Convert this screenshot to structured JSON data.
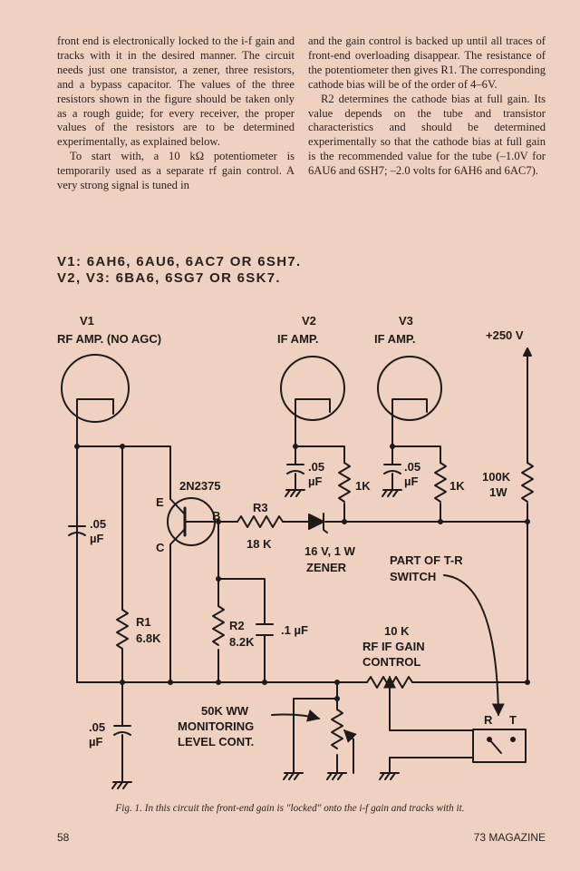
{
  "article": {
    "left_column": [
      "front end is electronically locked to the i-f gain and tracks with it in the desired manner. The circuit needs just one transistor, a zener, three resistors, and a bypass capacitor. The values of the three resistors shown in the figure should be taken only as a rough guide; for every receiver, the proper values of the resistors are to be determined experimentally, as explained below.",
      "To start with, a 10 kΩ potentiometer is temporarily used as a separate rf gain control. A very strong signal is tuned in"
    ],
    "right_column": [
      "and the gain control is backed up until all traces of front-end overloading disappear. The resistance of the potentiometer then gives R1. The corresponding cathode bias will be of the order of 4–6V.",
      "R2 determines the cathode bias at full gain. Its value depends on the tube and transistor characteristics and should be determined experimentally so that the cathode bias at full gain is the recommended value for the tube (–1.0V for 6AU6 and 6SH7; –2.0 volts for 6AH6 and 6AC7)."
    ]
  },
  "tube_notes": {
    "line1": "V1: 6AH6, 6AU6, 6AC7 OR 6SH7.",
    "line2": "V2, V3: 6BA6, 6SG7 OR 6SK7."
  },
  "schematic": {
    "v1_name": "V1",
    "v1_desc": "RF AMP. (NO AGC)",
    "v2_name": "V2",
    "v2_desc": "IF AMP.",
    "v3_name": "V3",
    "v3_desc": "IF AMP.",
    "supply": "+250 V",
    "transistor": "2N2375",
    "pin_e": "E",
    "pin_b": "B",
    "pin_c": "C",
    "r3_name": "R3",
    "r3_value": "18 K",
    "zener_value": "16 V, 1 W",
    "zener_label": "ZENER",
    "c_v2_value": ".05",
    "c_v2_unit": "µF",
    "r_v2_value": "1K",
    "c_v3_value": ".05",
    "c_v3_unit": "µF",
    "r_v3_value": "1K",
    "r_supply_value": "100K",
    "r_supply_power": "1W",
    "c_left_value": ".05",
    "c_left_unit": "µF",
    "r1_name": "R1",
    "r1_value": "6.8K",
    "r2_name": "R2",
    "r2_value": "8.2K",
    "c_bypass": ".1 µF",
    "c_bottom_value": ".05",
    "c_bottom_unit": "µF",
    "tr_label_1": "PART OF T-R",
    "tr_label_2": "SWITCH",
    "gain_value": "10 K",
    "gain_label_1": "RF IF GAIN",
    "gain_label_2": "CONTROL",
    "mon_label_1": "50K WW",
    "mon_label_2": "MONITORING",
    "mon_label_3": "LEVEL CONT.",
    "switch_r": "R",
    "switch_t": "T"
  },
  "caption": "Fig. 1. In this circuit the front-end gain is \"locked\" onto the i-f gain and tracks with it.",
  "footer": {
    "page_number": "58",
    "magazine": "73 MAGAZINE"
  }
}
